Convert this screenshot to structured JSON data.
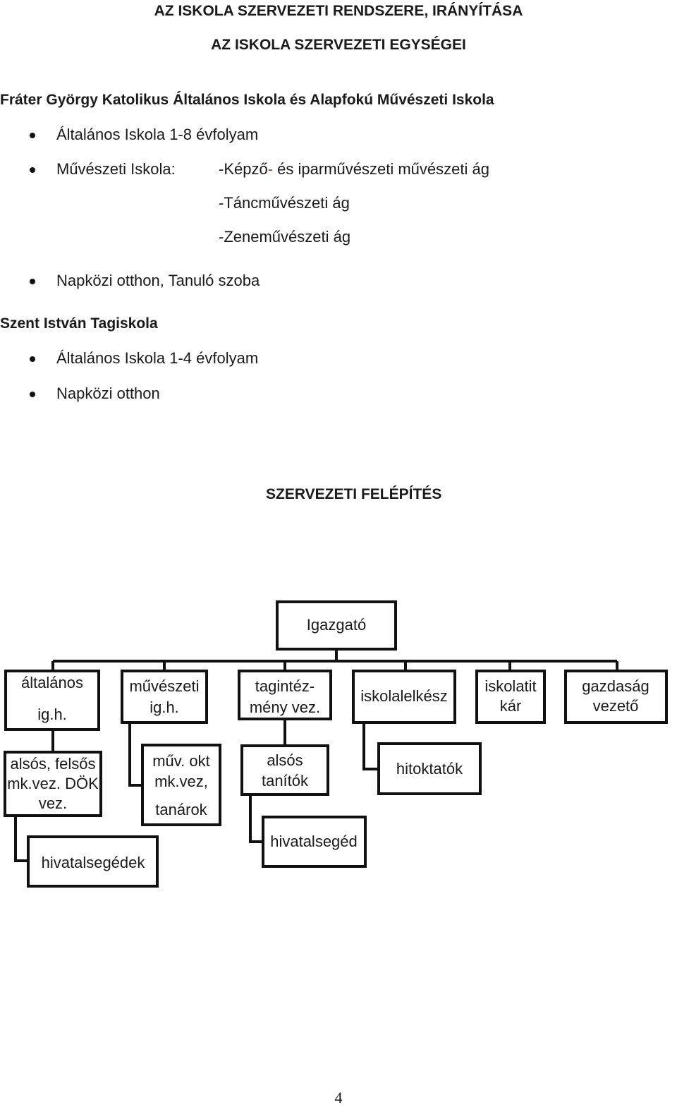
{
  "titles": {
    "main": "AZ ISKOLA SZERVEZETI RENDSZERE, IRÁNYÍTÁSA",
    "sub": "AZ ISKOLA SZERVEZETI EGYSÉGEI"
  },
  "school1": {
    "name": "Fráter György Katolikus Általános Iskola és Alapfokú Művészeti Iskola",
    "items": [
      "Általános Iskola 1-8 évfolyam",
      "Művészeti Iskola:",
      "Napközi otthon, Tanuló szoba"
    ],
    "art_branches": {
      "b1_prefix": "-Képző",
      "b1_dash": "-",
      "b1_suffix": " és iparművészeti művészeti ág",
      "b2": "-Táncművészeti ág",
      "b3": "-Zeneművészeti ág"
    }
  },
  "school2": {
    "name": "Szent István Tagiskola",
    "items": [
      "Általános Iskola 1-4 évfolyam",
      "Napközi otthon"
    ]
  },
  "org_title": "SZERVEZETI FELÉPÍTÉS",
  "org": {
    "director": "Igazgató",
    "general_l1": "általános",
    "general_l2": "ig.h.",
    "art_l1": "művészeti",
    "art_l2": "ig.h.",
    "branch_l1": "tagintéz-",
    "branch_l2": "mény vez.",
    "chaplain": "iskolalelkész",
    "secretary_l1": "iskolatit",
    "secretary_l2": "kár",
    "finance_l1": "gazdaság",
    "finance_l2": "vezető",
    "lower_l1": "alsós, felsős",
    "lower_l2": "mk.vez. DÖK",
    "lower_l3": "vez.",
    "artteach_l1": "műv. okt",
    "artteach_l2": "mk.vez,",
    "artteach_l3": "tanárok",
    "lowerteach_l1": "alsós",
    "lowerteach_l2": "tanítók",
    "catechists": "hitoktatók",
    "clerks": "hivatalsegédek",
    "clerk": "hivatalsegéd"
  },
  "page_number": "4"
}
